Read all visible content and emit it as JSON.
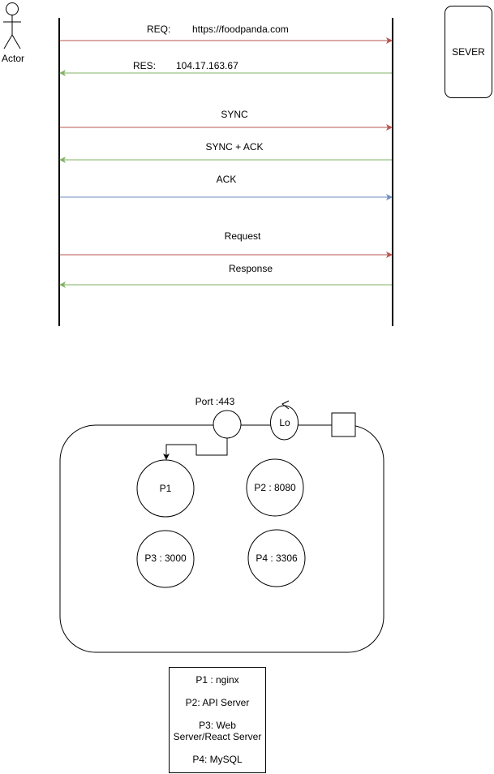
{
  "sequence": {
    "actor_label": "Actor",
    "server_label": "SEVER",
    "messages": [
      {
        "label": "REQ:",
        "value": "https://foodpanda.com",
        "direction": "right",
        "color": "#b85450"
      },
      {
        "label": "RES:",
        "value": "104.17.163.67",
        "direction": "left",
        "color": "#82b366"
      },
      {
        "label": "SYNC",
        "direction": "right",
        "color": "#b85450"
      },
      {
        "label": "SYNC + ACK",
        "direction": "left",
        "color": "#82b366"
      },
      {
        "label": "ACK",
        "direction": "right",
        "color": "#6c8ebf"
      },
      {
        "label": "Request",
        "direction": "right",
        "color": "#b85450"
      },
      {
        "label": "Response",
        "direction": "left",
        "color": "#82b366"
      }
    ]
  },
  "server_diagram": {
    "port_label": "Port :443",
    "loopback_label": "Lo",
    "processes": [
      "P1",
      "P2 : 8080",
      "P3 : 3000",
      "P4 : 3306"
    ]
  },
  "legend": {
    "lines": [
      "P1 : nginx",
      "P2: API Server",
      "P3: Web",
      "Server/React Server",
      "P4: MySQL"
    ]
  }
}
